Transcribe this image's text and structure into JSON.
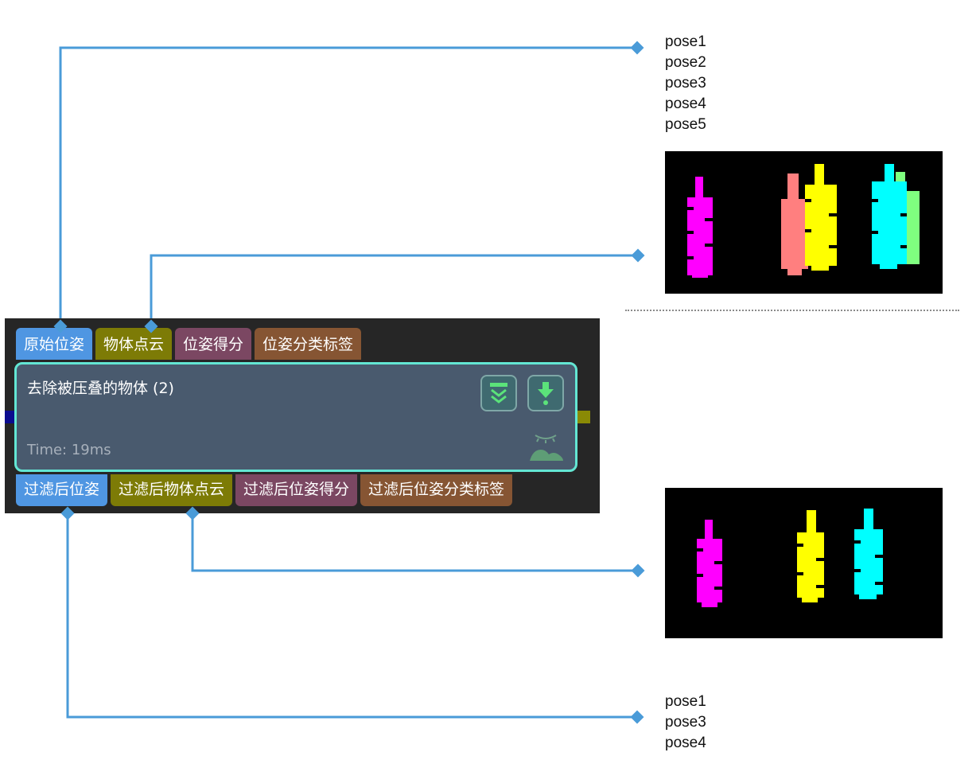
{
  "outputs_top": {
    "poses": [
      "pose1",
      "pose2",
      "pose3",
      "pose4",
      "pose5"
    ]
  },
  "outputs_bottom": {
    "poses": [
      "pose1",
      "pose3",
      "pose4"
    ]
  },
  "node": {
    "title": "去除被压叠的物体 (2)",
    "time": "Time: 19ms",
    "input_ports": [
      "原始位姿",
      "物体点云",
      "位姿得分",
      "位姿分类标签"
    ],
    "output_ports": [
      "过滤后位姿",
      "过滤后物体点云",
      "过滤后位姿得分",
      "过滤后位姿分类标签"
    ],
    "buttons": {
      "collapse_icon": "double-chevron-down-icon",
      "download_icon": "download-arrow-icon"
    },
    "status_icon": "eye-closed-landscape-icon"
  },
  "point_cloud_previews": {
    "input_object_colors": [
      "#ff00ff",
      "#ff7f7f",
      "#ffff00",
      "#00ffff",
      "#7fff7f"
    ],
    "filtered_object_colors": [
      "#ff00ff",
      "#ffff00",
      "#00ffff"
    ]
  },
  "colors": {
    "wire": "#4a9bd8",
    "node_background": "#262626",
    "node_body": "#495a6e",
    "node_border": "#63e6d3",
    "port_pose": "#4f96e2",
    "port_cloud": "#7d7b06",
    "port_score": "#7b4762",
    "port_label": "#865533"
  }
}
